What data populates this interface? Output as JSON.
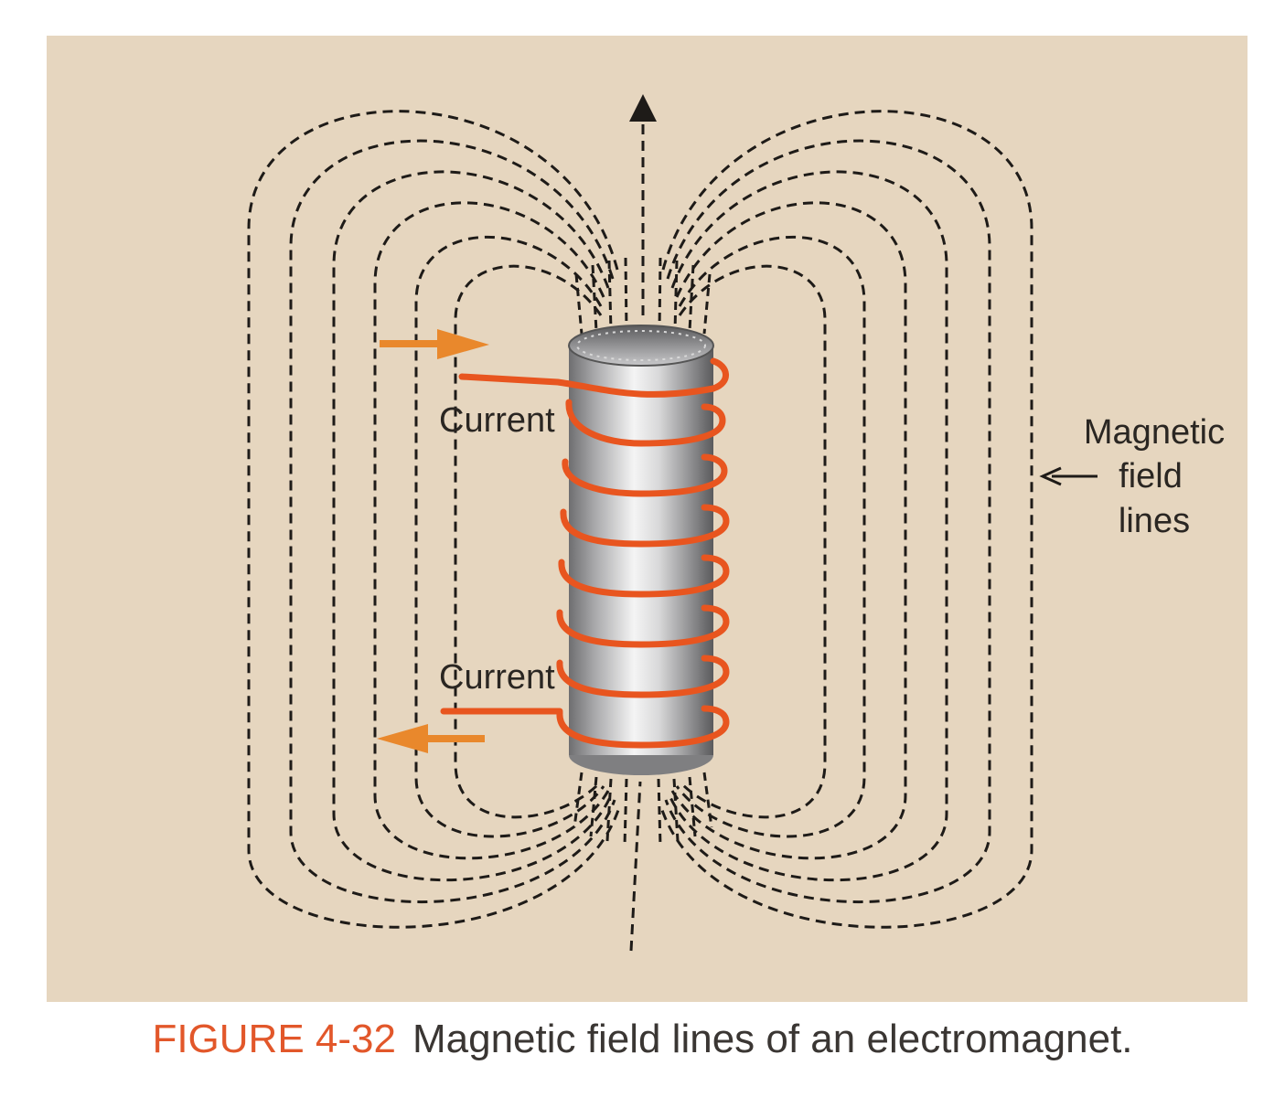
{
  "labels": {
    "current_top": "Current",
    "current_bottom": "Current",
    "field_lines_line1": "Magnetic",
    "field_lines_line2": "field",
    "field_lines_line3": "lines"
  },
  "caption": {
    "figure_number": "FIGURE 4-32",
    "text": "Magnetic field lines of an electromagnet."
  },
  "colors": {
    "background": "#e6d6bf",
    "field_lines": "#1e1b18",
    "coil": "#e8551f",
    "current_arrow": "#e9882c",
    "caption_number": "#e2572a"
  }
}
